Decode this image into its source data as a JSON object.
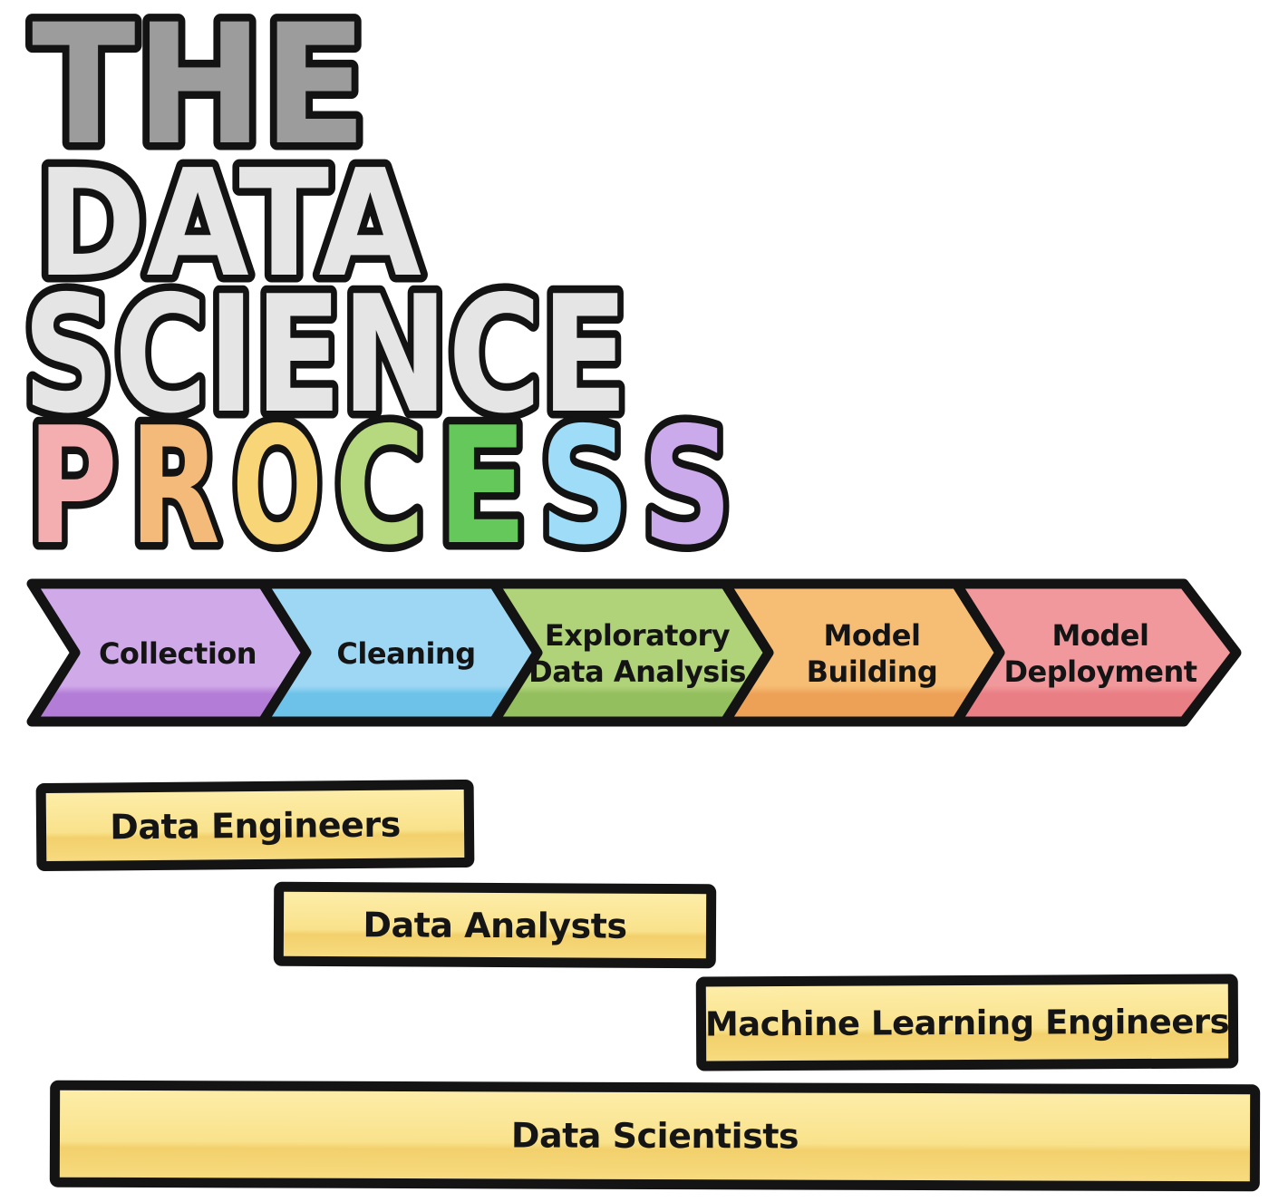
{
  "title": {
    "the": "THE",
    "data": "DATA",
    "science": "SCIENCE",
    "the_color": "#9c9c9c",
    "upper_color": "#e5e5e5",
    "process_letters": [
      {
        "ch": "P",
        "color": "#f5aeb0"
      },
      {
        "ch": "R",
        "color": "#f4ba79"
      },
      {
        "ch": "O",
        "color": "#f8d678"
      },
      {
        "ch": "C",
        "color": "#b6d87e"
      },
      {
        "ch": "E",
        "color": "#64c85a"
      },
      {
        "ch": "S",
        "color": "#9edcf7"
      },
      {
        "ch": "S",
        "color": "#cbaaec"
      }
    ]
  },
  "process": {
    "steps": [
      {
        "line1": "Collection",
        "line2": "",
        "fill": "#d0a9e9",
        "shade": "#b37cd6"
      },
      {
        "line1": "Cleaning",
        "line2": "",
        "fill": "#9ed7f4",
        "shade": "#6cc2e8"
      },
      {
        "line1": "Exploratory",
        "line2": "Data Analysis",
        "fill": "#b0d37a",
        "shade": "#94bf5e"
      },
      {
        "line1": "Model",
        "line2": "Building",
        "fill": "#f6bd75",
        "shade": "#eda157"
      },
      {
        "line1": "Model",
        "line2": "Deployment",
        "fill": "#f0989b",
        "shade": "#e97e85"
      }
    ]
  },
  "roles": [
    {
      "label": "Data Engineers"
    },
    {
      "label": "Data Analysts"
    },
    {
      "label": "Machine Learning Engineers"
    },
    {
      "label": "Data Scientists"
    }
  ],
  "palette": {
    "outline": "#141414",
    "role_fill": "#f8e28c",
    "background": "#ffffff"
  }
}
